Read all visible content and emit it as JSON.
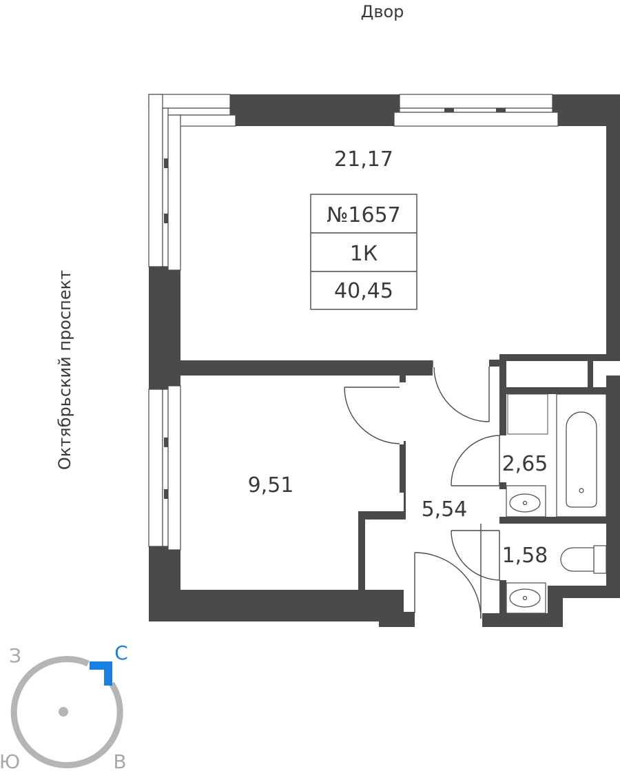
{
  "street_top": "Двор",
  "street_left": "Октябрьский проспект",
  "apartment": {
    "number": "№1657",
    "type": "1К",
    "area": "40,45"
  },
  "rooms": {
    "living": "21,17",
    "bedroom": "9,51",
    "hall": "5,54",
    "bathroom": "2,65",
    "wc": "1,58"
  },
  "compass": {
    "north": "С",
    "west": "З",
    "south": "Ю",
    "east": "В",
    "north_color": "#1a7fe0",
    "ring_color": "#b5b5b5"
  },
  "colors": {
    "wall": "#4a4a4a",
    "line": "#4a4a4a"
  }
}
